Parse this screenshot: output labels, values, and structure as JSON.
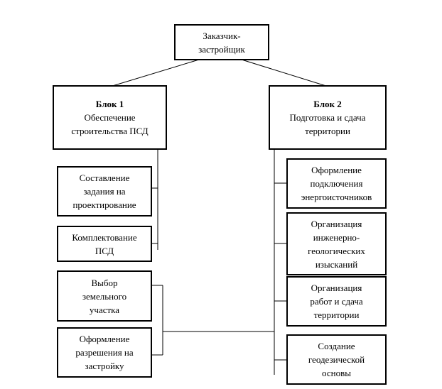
{
  "root": {
    "lines": [
      "Заказчик-",
      "застройщик"
    ]
  },
  "block1": {
    "title": "Блок 1",
    "lines": [
      "Обеспечение",
      "строительства ПСД"
    ],
    "children": [
      {
        "lines": [
          "Составление",
          "задания на",
          "проектирование"
        ]
      },
      {
        "lines": [
          "Комплектование",
          "ПСД"
        ]
      },
      {
        "lines": [
          "Выбор",
          "земельного",
          "участка"
        ]
      },
      {
        "lines": [
          "Оформление",
          "разрешения на",
          "застройку"
        ]
      }
    ]
  },
  "block2": {
    "title": "Блок 2",
    "lines": [
      "Подготовка и сдача",
      "территории"
    ],
    "children": [
      {
        "lines": [
          "Оформление",
          "подключения",
          "энергоисточников"
        ]
      },
      {
        "lines": [
          "Организация",
          "инженерно-",
          "геологических",
          "изысканий"
        ]
      },
      {
        "lines": [
          "Организация",
          "работ и сдача",
          "территории"
        ]
      },
      {
        "lines": [
          "Создание",
          "геодезической",
          "основы"
        ]
      }
    ]
  }
}
